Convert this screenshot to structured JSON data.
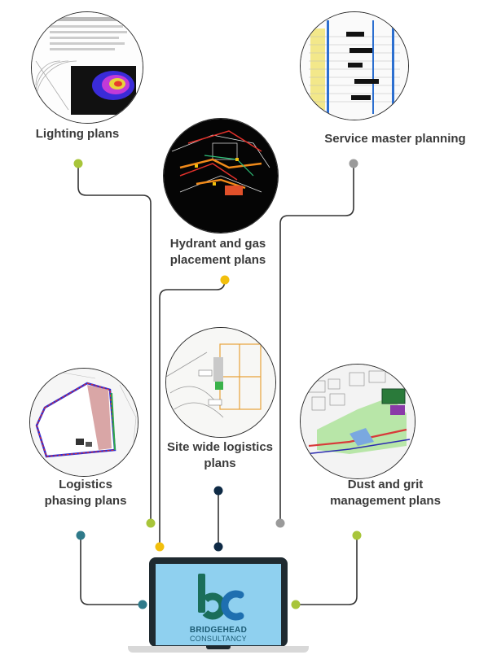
{
  "nodes": [
    {
      "id": "lighting",
      "label": "Lighting plans"
    },
    {
      "id": "service",
      "label": "Service master planning"
    },
    {
      "id": "hydrant",
      "label": "Hydrant and gas\nplacement plans"
    },
    {
      "id": "site",
      "label": "Site wide logistics\nplans"
    },
    {
      "id": "logistics",
      "label": "Logistics\nphasing plans"
    },
    {
      "id": "dust",
      "label": "Dust and grit\nmanagement plans"
    }
  ],
  "brand": {
    "line1": "BRIDGEHEAD",
    "line2": "CONSULTANCY"
  },
  "colors": {
    "lime": "#a8c53a",
    "grey": "#9a9a9a",
    "gold": "#f2bf0c",
    "navy": "#0e2a45",
    "teal": "#2f7a8a",
    "line": "#333333"
  }
}
